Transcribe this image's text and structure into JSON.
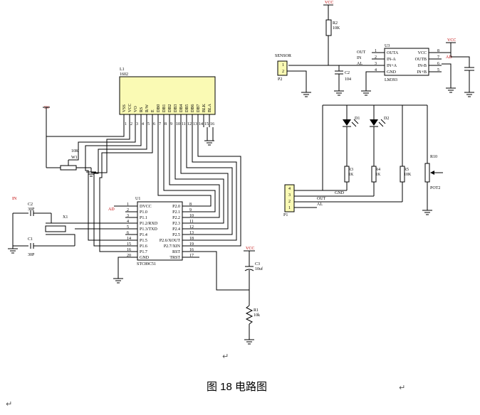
{
  "caption": "图 18 电路图",
  "paragraph_mark": "↵",
  "colors": {
    "lcd_fill": "#fafab4",
    "vcc_label": "#c00000",
    "wire": "#000000",
    "led": "#000000"
  },
  "lcd": {
    "ref": "L1",
    "part": "1602",
    "pins": [
      "VSS",
      "VCC",
      "VO",
      "RS",
      "R/W",
      "E",
      "DB0",
      "DB1",
      "DB2",
      "DB3",
      "DB4",
      "DB5",
      "DB6",
      "DB7",
      "BLK",
      "BLA"
    ],
    "pin_numbers": [
      "1",
      "2",
      "3",
      "4",
      "5",
      "6",
      "7",
      "8",
      "9",
      "10",
      "11",
      "12",
      "13",
      "14",
      "15",
      "16"
    ]
  },
  "mcu": {
    "ref": "U1",
    "part": "STC89C51",
    "left_pins": [
      {
        "n": "1",
        "l": "DVCC"
      },
      {
        "n": "2",
        "l": "P1.0"
      },
      {
        "n": "3",
        "l": "P1.1"
      },
      {
        "n": "4",
        "l": "P1.2/RXD"
      },
      {
        "n": "5",
        "l": "P1.3/TXD"
      },
      {
        "n": "6",
        "l": "P1.4"
      },
      {
        "n": "14",
        "l": "P1.5"
      },
      {
        "n": "15",
        "l": "P1.6"
      },
      {
        "n": "16",
        "l": "P1.7"
      },
      {
        "n": "20",
        "l": "GND"
      }
    ],
    "right_pins": [
      {
        "n": "8",
        "l": "P2.0"
      },
      {
        "n": "9",
        "l": "P2.1"
      },
      {
        "n": "10",
        "l": "P2.2"
      },
      {
        "n": "11",
        "l": "P2.3"
      },
      {
        "n": "12",
        "l": "P2.4"
      },
      {
        "n": "13",
        "l": "P2.5"
      },
      {
        "n": "18",
        "l": "P2.6/XOUT"
      },
      {
        "n": "19",
        "l": "P2.7/XIN"
      },
      {
        "n": "16",
        "l": "RST"
      },
      {
        "n": "17",
        "l": "TRST"
      }
    ],
    "ad_label": "AD"
  },
  "left_labels": {
    "v5": "5V",
    "pot_value": "10K",
    "pot_ref": "W1",
    "in": "IN",
    "c2_ref": "C2",
    "c2_val": "30P",
    "c1_ref": "C1",
    "c1_val": "30P",
    "crystal": "X1"
  },
  "reset": {
    "vcc": "VCC",
    "cap_ref": "C3",
    "cap_val": "10uf",
    "res_ref": "R1",
    "res_val": "10k"
  },
  "lm393": {
    "ref": "U3",
    "part": "LM393",
    "left_pins": [
      {
        "n": "1",
        "l": "OUTA"
      },
      {
        "n": "2",
        "l": "IN-A"
      },
      {
        "n": "3",
        "l": "IN+A"
      },
      {
        "n": "4",
        "l": "GND"
      }
    ],
    "right_pins": [
      {
        "n": "8",
        "l": "VCC"
      },
      {
        "n": "7",
        "l": "OUTB"
      },
      {
        "n": "6",
        "l": "IN-B"
      },
      {
        "n": "5",
        "l": "IN+B"
      }
    ],
    "net_left": [
      "OUT",
      "IN",
      "AL"
    ],
    "net_right": [
      "AD"
    ],
    "vcc": "VCC"
  },
  "sensor": {
    "vcc": "VCC",
    "r2_ref": "R2",
    "r2_val": "10K",
    "conn": "SENSOR",
    "conn_ref": "P2",
    "c2_ref": "C2",
    "c2_val": "104"
  },
  "output": {
    "led1": "D1",
    "led2": "D2",
    "r3": "R3",
    "r3v": "1K",
    "r4": "R4",
    "r4v": "1K",
    "r5": "R5",
    "r5v": "10K",
    "pot_ref": "R10",
    "pot_label": "POT2",
    "conn_ref": "P1",
    "nets": [
      "GND",
      "OUT",
      "AL"
    ]
  }
}
